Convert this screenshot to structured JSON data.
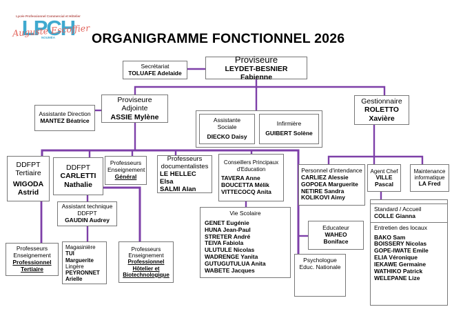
{
  "title": "ORGANIGRAMME FONCTIONNEL 2026",
  "logo": {
    "top_text": "Lycée Professionnel Commercial et Hôtelier",
    "acronym": "LPCH",
    "script_text": "Auguste Escoffier",
    "bottom_text": "NOUMÉA",
    "blue": "#3fa9cf",
    "red": "#e2635b"
  },
  "colors": {
    "connector": "#7d3fa8",
    "box_border": "#767676",
    "text": "#000000"
  },
  "boxes": {
    "secretariat": {
      "lines": [
        {
          "t": "Secrétariat",
          "s": "r"
        },
        {
          "t": "TOLUAFE Adelaide",
          "s": "n"
        }
      ]
    },
    "proviseure": {
      "lines": [
        {
          "t": "Proviseure",
          "s": "r"
        },
        {
          "t": "LEYDET-BESNIER Fabienne",
          "s": "n"
        }
      ]
    },
    "adjointe": {
      "lines": [
        {
          "t": "Proviseure Adjointe",
          "s": "r"
        },
        {
          "t": "ASSIE Mylène",
          "s": "n"
        }
      ]
    },
    "mantez": {
      "lines": [
        {
          "t": "Assistante Direction",
          "s": "r"
        },
        {
          "t": "MANTEZ Béatrice",
          "s": "n"
        }
      ]
    },
    "diecko": {
      "lines": [
        {
          "t": "Assistante",
          "s": "r"
        },
        {
          "t": "Sociale",
          "s": "r"
        },
        {
          "t": "",
          "s": "g"
        },
        {
          "t": "DIECKO Daisy",
          "s": "n"
        }
      ]
    },
    "guibert": {
      "lines": [
        {
          "t": "Infirmière",
          "s": "r"
        },
        {
          "t": "",
          "s": "g"
        },
        {
          "t": "GUIBERT Solène",
          "s": "n"
        }
      ]
    },
    "gestionnaire": {
      "lines": [
        {
          "t": "Gestionnaire",
          "s": "r"
        },
        {
          "t": "ROLETTO",
          "s": "n"
        },
        {
          "t": "Xavière",
          "s": "n"
        }
      ]
    },
    "wigoda": {
      "lines": [
        {
          "t": "DDFPT",
          "s": "r"
        },
        {
          "t": "Tertiaire",
          "s": "r"
        },
        {
          "t": "",
          "s": "g"
        },
        {
          "t": "WIGODA",
          "s": "n"
        },
        {
          "t": "Astrid",
          "s": "n"
        }
      ]
    },
    "carletti": {
      "lines": [
        {
          "t": "DDFPT",
          "s": "r"
        },
        {
          "t": "CARLETTI",
          "s": "n"
        },
        {
          "t": "Nathalie",
          "s": "n"
        }
      ]
    },
    "prof_general": {
      "lines": [
        {
          "t": "Professeurs",
          "s": "r"
        },
        {
          "t": "Enseignement",
          "s": "r"
        },
        {
          "t": "Général",
          "s": "u"
        }
      ]
    },
    "prof_doc": {
      "lines": [
        {
          "t": "Professeurs",
          "s": "r"
        },
        {
          "t": "documentalistes",
          "s": "r"
        },
        {
          "t": "",
          "s": "g"
        },
        {
          "t": "LE HELLEC Elsa",
          "s": "n l"
        },
        {
          "t": "SALMI Alan",
          "s": "n l"
        }
      ]
    },
    "cpe": {
      "lines": [
        {
          "t": "Conseillers Principaux",
          "s": "r"
        },
        {
          "t": "d'Education",
          "s": "r"
        },
        {
          "t": "",
          "s": "g"
        },
        {
          "t": "TAVERA Anne",
          "s": "n l"
        },
        {
          "t": "BOUCETTA Mélik",
          "s": "n l"
        },
        {
          "t": "VITTECOCQ Anita",
          "s": "n l"
        }
      ]
    },
    "intendance": {
      "lines": [
        {
          "t": "Personnel d'intendance",
          "s": "r"
        },
        {
          "t": "CARLIEZ Alessie",
          "s": "n l"
        },
        {
          "t": "GOPOEA Marguerite",
          "s": "n l"
        },
        {
          "t": "NETIRE Sandra",
          "s": "n l"
        },
        {
          "t": "KOLIKOVI Aimy",
          "s": "n l"
        }
      ]
    },
    "agent_chef": {
      "lines": [
        {
          "t": "Agent Chef",
          "s": "r"
        },
        {
          "t": "VILLE",
          "s": "n"
        },
        {
          "t": "Pascal",
          "s": "n"
        }
      ]
    },
    "maintenance": {
      "lines": [
        {
          "t": "Maintenance",
          "s": "r"
        },
        {
          "t": "informatique",
          "s": "r"
        },
        {
          "t": "LA Fred",
          "s": "n"
        }
      ]
    },
    "standard": {
      "lines": [
        {
          "t": "Standard / Accueil",
          "s": "r l"
        },
        {
          "t": "COLLE Gianna",
          "s": "n l"
        }
      ]
    },
    "entretien": {
      "lines": [
        {
          "t": "Entretien des locaux",
          "s": "r l"
        },
        {
          "t": "",
          "s": "g"
        },
        {
          "t": "BAKO Sam",
          "s": "n l"
        },
        {
          "t": "BOISSERY Nicolas",
          "s": "n l"
        },
        {
          "t": "GOPE-IWATE Emile",
          "s": "n l"
        },
        {
          "t": "ELIA Véronique",
          "s": "n l"
        },
        {
          "t": "IEKAWE Germaine",
          "s": "n l"
        },
        {
          "t": "WATHIKO Patrick",
          "s": "n l"
        },
        {
          "t": "WELEPANE Lize",
          "s": "n l"
        }
      ]
    },
    "educateur": {
      "lines": [
        {
          "t": "Educateur",
          "s": "r"
        },
        {
          "t": "WAHEO",
          "s": "n"
        },
        {
          "t": "Boniface",
          "s": "n"
        }
      ]
    },
    "psychologue": {
      "lines": [
        {
          "t": "Psychologue",
          "s": "r"
        },
        {
          "t": "Educ. Nationale",
          "s": "r"
        }
      ]
    },
    "vie_scolaire": {
      "lines": [
        {
          "t": "Vie Scolaire",
          "s": "r"
        },
        {
          "t": "",
          "s": "g"
        },
        {
          "t": "GENET Eugénie",
          "s": "n l"
        },
        {
          "t": "HUNA Jean-Paul",
          "s": "n l"
        },
        {
          "t": "STRETER André",
          "s": "n l"
        },
        {
          "t": "TEIVA Fabiola",
          "s": "n l"
        },
        {
          "t": "ULUTULE Nicolas",
          "s": "n l"
        },
        {
          "t": "WADRENGE Yanita",
          "s": "n l"
        },
        {
          "t": "GUTUGUTULUA Anita",
          "s": "n l"
        },
        {
          "t": "WABETE Jacques",
          "s": "n l"
        }
      ]
    },
    "gaudin": {
      "lines": [
        {
          "t": "Assistant technique",
          "s": "r"
        },
        {
          "t": "DDFPT",
          "s": "r"
        },
        {
          "t": "GAUDIN Audrey",
          "s": "n"
        }
      ]
    },
    "prof_tertiaire": {
      "lines": [
        {
          "t": "Professeurs",
          "s": "r"
        },
        {
          "t": "Enseignement",
          "s": "r"
        },
        {
          "t": "Professionnel",
          "s": "u"
        },
        {
          "t": "Tertiaire",
          "s": "u"
        }
      ]
    },
    "magasiniere": {
      "lines": [
        {
          "t": "Magasinière",
          "s": "r l"
        },
        {
          "t": "TUI Marguerite",
          "s": "n l"
        },
        {
          "t": "",
          "s": "g"
        },
        {
          "t": "Lingère",
          "s": "r l"
        },
        {
          "t": "PEYRONNET",
          "s": "n l"
        },
        {
          "t": "Arielle",
          "s": "n l"
        }
      ]
    },
    "prof_hotelier": {
      "lines": [
        {
          "t": "Professeurs",
          "s": "r"
        },
        {
          "t": "Enseignement",
          "s": "r"
        },
        {
          "t": "Professionnel",
          "s": "u"
        },
        {
          "t": "Hôtelier et",
          "s": "u"
        },
        {
          "t": "Biotechnologique",
          "s": "u"
        }
      ]
    }
  }
}
